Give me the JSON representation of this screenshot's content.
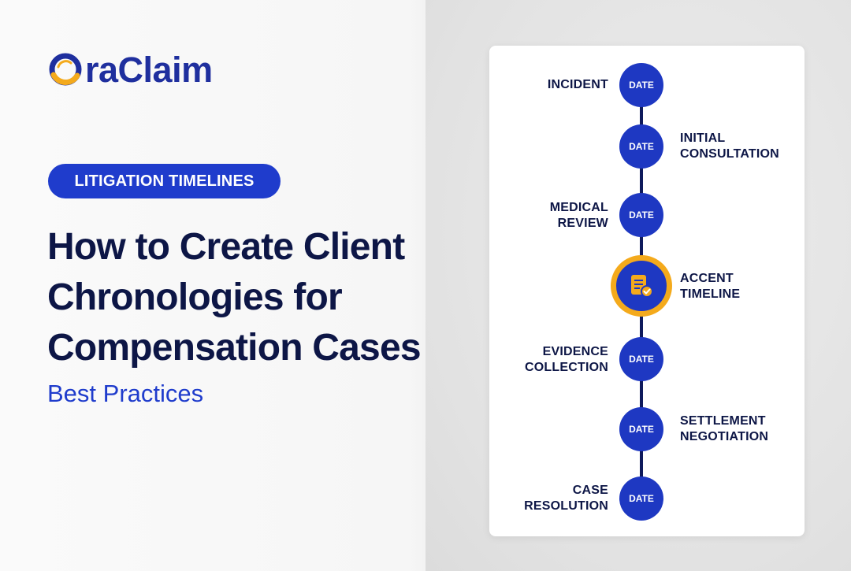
{
  "brand": {
    "name": "OraClaim",
    "letter_rest": "raClaim",
    "primary": "#1f2f9e",
    "accent": "#f4aa1c"
  },
  "category_pill": "LITIGATION TIMELINES",
  "title_lines": [
    "How to Create Client",
    "Chronologies for",
    "Compensation Cases"
  ],
  "subtitle": "Best Practices",
  "timeline": {
    "node_label": "DATE",
    "steps": [
      {
        "label_lines": [
          "INCIDENT"
        ],
        "side": "left"
      },
      {
        "label_lines": [
          "INITIAL",
          "CONSULTATION"
        ],
        "side": "right"
      },
      {
        "label_lines": [
          "MEDICAL",
          "REVIEW"
        ],
        "side": "left"
      },
      {
        "label_lines": [
          "ACCENT",
          "TIMELINE"
        ],
        "side": "right",
        "icon": "document-check-icon"
      },
      {
        "label_lines": [
          "EVIDENCE",
          "COLLECTION"
        ],
        "side": "left"
      },
      {
        "label_lines": [
          "SETTLEMENT",
          "NEGOTIATION"
        ],
        "side": "right"
      },
      {
        "label_lines": [
          "CASE",
          "RESOLUTION"
        ],
        "side": "left"
      }
    ]
  }
}
